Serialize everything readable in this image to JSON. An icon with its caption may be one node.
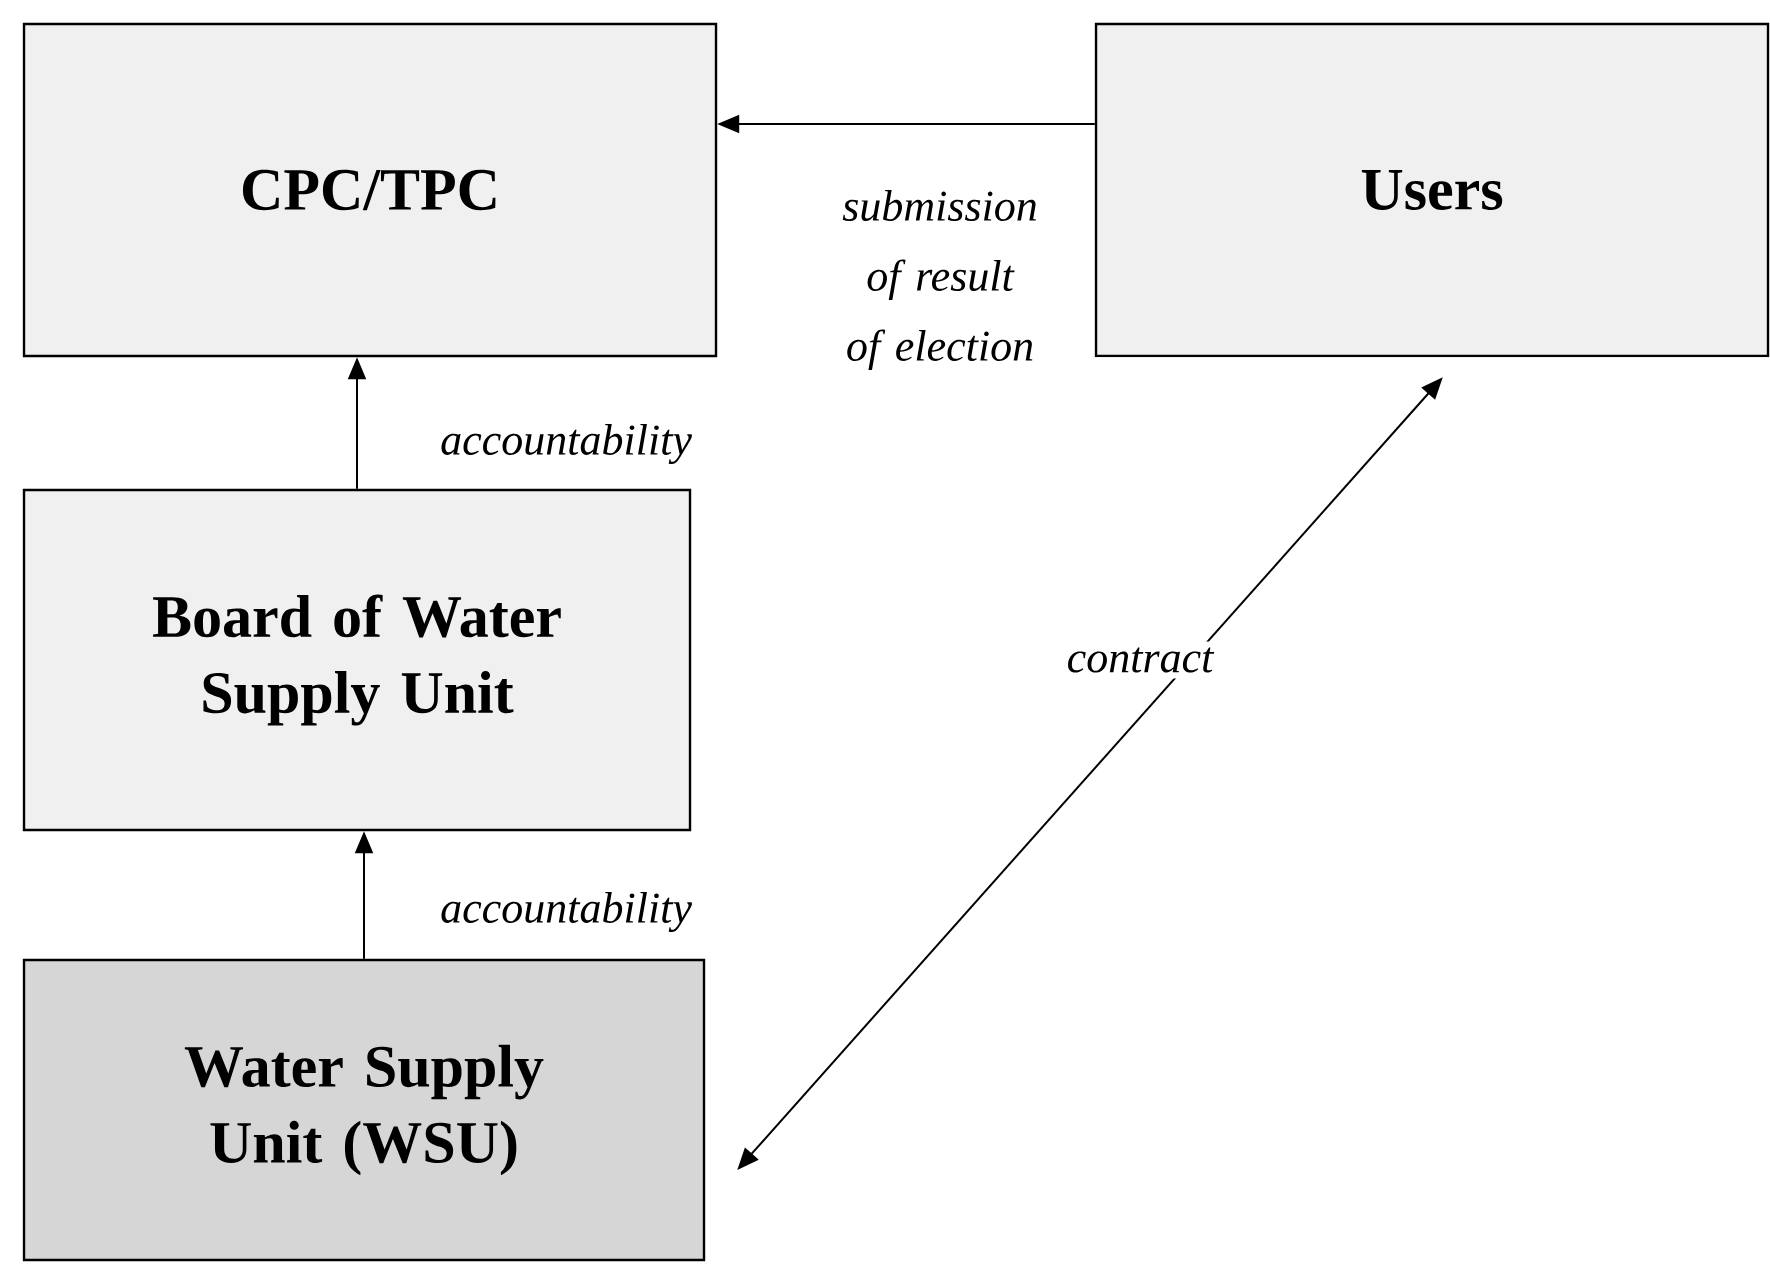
{
  "diagram": {
    "nodes": [
      {
        "text": [
          "CPC/TPC"
        ]
      },
      {
        "text": [
          "Users"
        ]
      },
      {
        "text": [
          "Board of Water Supply Unit"
        ]
      },
      {
        "text": [
          "Water Supply Unit (WSU)"
        ]
      }
    ],
    "edges": [
      {
        "from": 1,
        "to": 0,
        "arrow": "to",
        "label": "submission of result of election"
      },
      {
        "from": 2,
        "to": 0,
        "arrow": "to",
        "label": "accountability"
      },
      {
        "from": 3,
        "to": 2,
        "arrow": "to",
        "label": "accountability"
      },
      {
        "from": 3,
        "to": 1,
        "arrow": "both",
        "label": "contract"
      }
    ]
  }
}
